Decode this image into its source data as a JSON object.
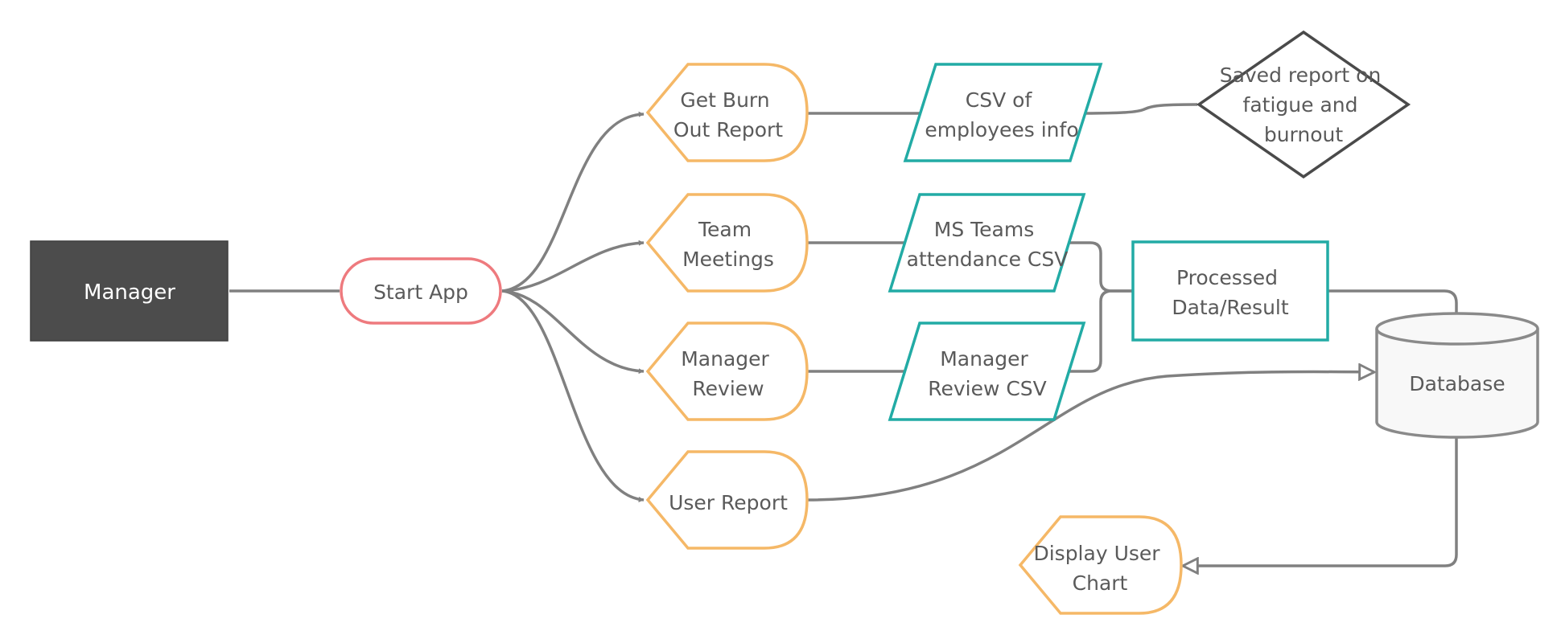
{
  "diagram": {
    "nodes": {
      "manager": {
        "lines": [
          "Manager"
        ]
      },
      "start_app": {
        "lines": [
          "Start App"
        ]
      },
      "get_burn_out_report": {
        "lines": [
          "Get Burn",
          "Out Report"
        ]
      },
      "team_meetings": {
        "lines": [
          "Team",
          "Meetings"
        ]
      },
      "manager_review": {
        "lines": [
          "Manager",
          "Review"
        ]
      },
      "user_report": {
        "lines": [
          "User Report"
        ]
      },
      "csv_employees": {
        "lines": [
          "CSV of",
          "employees info"
        ]
      },
      "ms_teams_csv": {
        "lines": [
          "MS Teams",
          "attendance CSV"
        ]
      },
      "manager_review_csv": {
        "lines": [
          "Manager",
          "Review CSV"
        ]
      },
      "saved_report": {
        "lines": [
          "Saved report on",
          "fatigue and",
          "burnout"
        ]
      },
      "processed_data": {
        "lines": [
          "Processed",
          "Data/Result"
        ]
      },
      "database": {
        "lines": [
          "Database"
        ]
      },
      "display_user_chart": {
        "lines": [
          "Display User",
          "Chart"
        ]
      }
    },
    "colors": {
      "dark_fill": "#4c4c4c",
      "start_border": "#ee7a7e",
      "process_border": "#f5b867",
      "io_border": "#22aba5",
      "decision_border": "#4a4a4a",
      "edge": "#808080",
      "text": "#5a5a5a"
    }
  }
}
